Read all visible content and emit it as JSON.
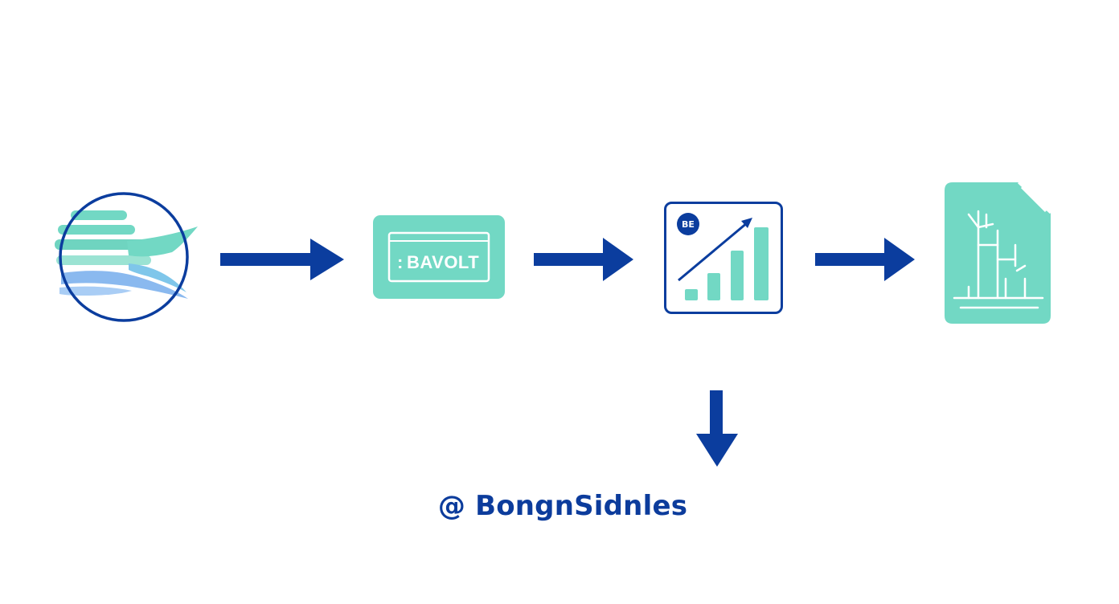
{
  "diagram": {
    "colors": {
      "primary_blue": "#0b3d9e",
      "mint": "#72d8c4",
      "light_blue": "#8ab9ef",
      "background": "#ffffff"
    },
    "nodes": [
      {
        "id": "globe",
        "icon": "globe-wind-icon"
      },
      {
        "id": "card",
        "icon": "card-icon",
        "text": "BAVOLT",
        "prefix": ":"
      },
      {
        "id": "chart",
        "icon": "growth-chart-icon",
        "badge": "BE"
      },
      {
        "id": "document",
        "icon": "tree-document-icon"
      }
    ],
    "footer": {
      "text": "@ BongnSidnles"
    }
  }
}
